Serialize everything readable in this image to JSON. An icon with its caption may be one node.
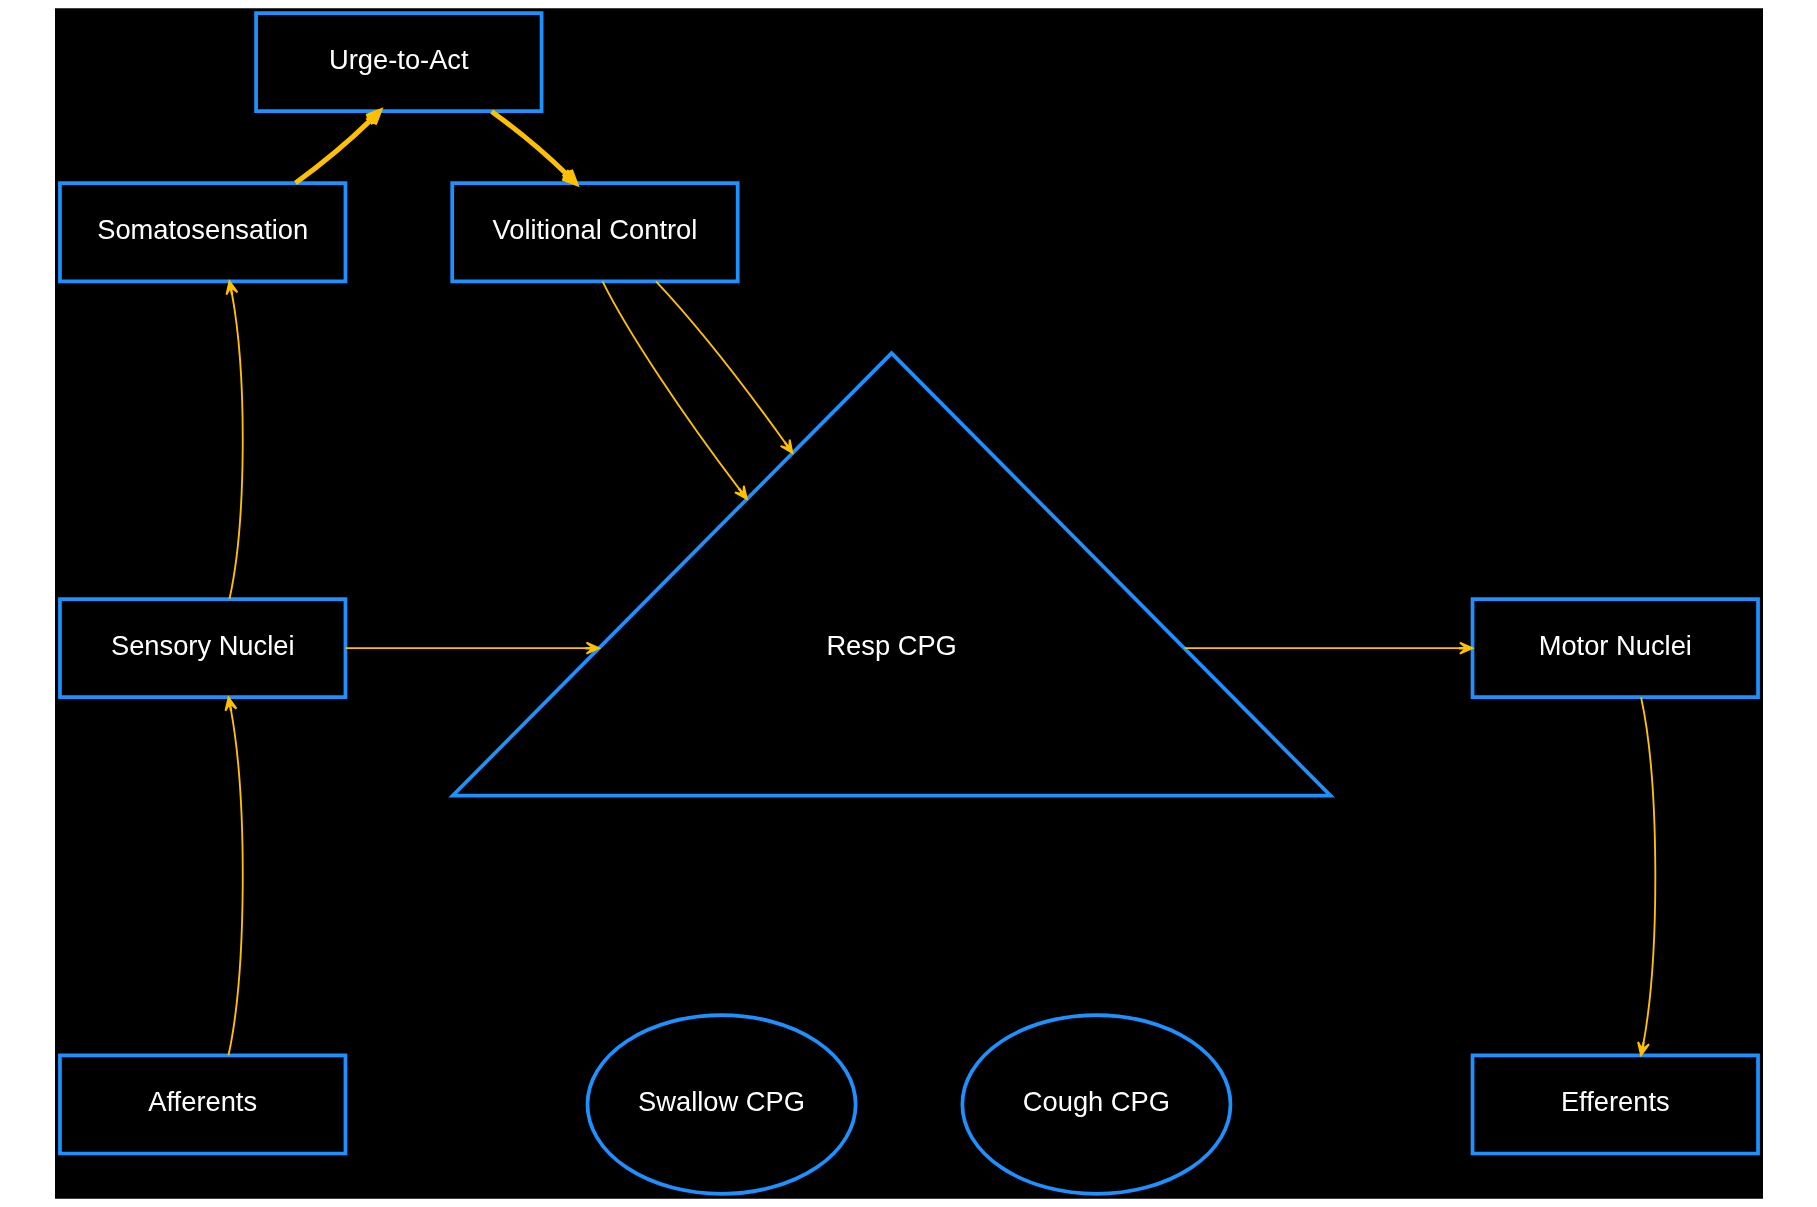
{
  "diagram": {
    "nodes": [
      {
        "text": [
          "Urge-to-Act"
        ]
      },
      {
        "text": [
          "Somatosensation"
        ]
      },
      {
        "text": [
          "Volitional Control"
        ]
      },
      {
        "text": [
          "Sensory Nuclei"
        ]
      },
      {
        "text": [
          "Resp CPG"
        ]
      },
      {
        "text": [
          "Motor Nuclei"
        ]
      },
      {
        "text": [
          "Swallow CPG"
        ]
      },
      {
        "text": [
          "Cough CPG"
        ]
      },
      {
        "text": [
          "Afferents"
        ]
      },
      {
        "text": [
          "Efferents"
        ]
      }
    ],
    "edges": [
      {
        "from": 1,
        "to": 0,
        "arrow": "to",
        "style": "thick"
      },
      {
        "from": 0,
        "to": 2,
        "arrow": "to",
        "style": "thick"
      },
      {
        "from": 3,
        "to": 1,
        "arrow": "to"
      },
      {
        "from": 2,
        "to": 4,
        "arrow": "to"
      },
      {
        "from": 2,
        "to": 4,
        "arrow": "to"
      },
      {
        "from": 3,
        "to": 4,
        "arrow": "to"
      },
      {
        "from": 4,
        "to": 5,
        "arrow": "to"
      },
      {
        "from": 8,
        "to": 3,
        "arrow": "to"
      },
      {
        "from": 5,
        "to": 9,
        "arrow": "to"
      }
    ]
  }
}
